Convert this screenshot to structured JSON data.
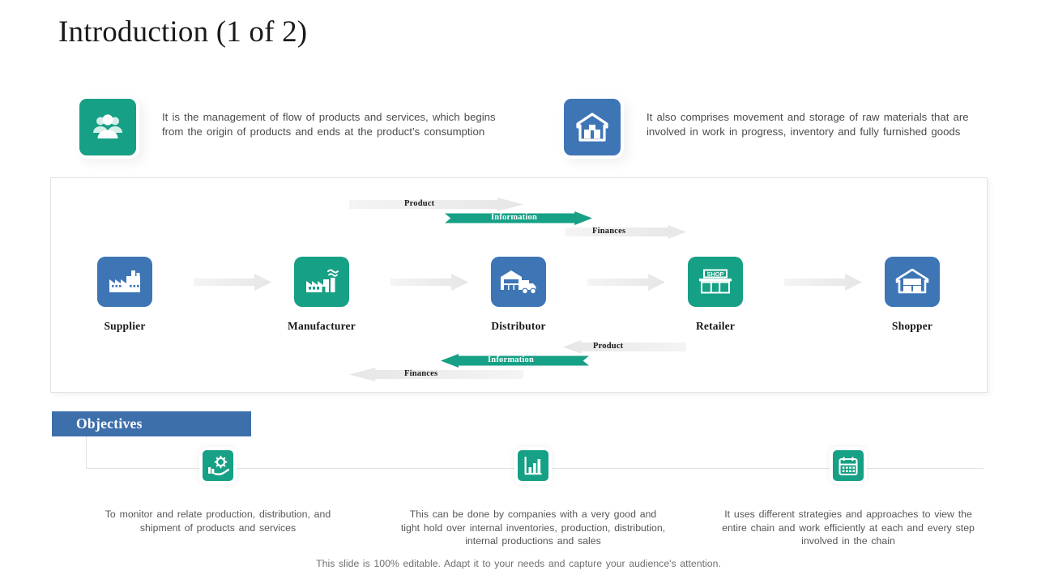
{
  "slide": {
    "title": "Introduction (1 of 2)",
    "footer_note": "This slide is 100% editable. Adapt it to your needs and capture your audience's attention."
  },
  "intro": {
    "items": [
      {
        "icon": "people-group-icon",
        "icon_color": "#16a085",
        "text": "It is the management of flow of products and services, which begins from the origin of products and ends at the product’s consumption"
      },
      {
        "icon": "warehouse-icon",
        "icon_color": "#3d75b5",
        "text": "It also comprises movement and storage of raw materials that are involved in work in progress, inventory and fully furnished goods"
      }
    ]
  },
  "chain": {
    "nodes": [
      {
        "label": "Supplier",
        "icon": "factory-icon",
        "color": "#3d75b5"
      },
      {
        "label": "Manufacturer",
        "icon": "factory-smoke-icon",
        "color": "#16a085"
      },
      {
        "label": "Distributor",
        "icon": "warehouse-truck-icon",
        "color": "#3d75b5"
      },
      {
        "label": "Retailer",
        "icon": "shop-storefront-icon",
        "color": "#16a085"
      },
      {
        "label": "Shopper",
        "icon": "warehouse-icon",
        "color": "#3d75b5"
      }
    ],
    "flows_top": [
      {
        "label": "Product",
        "direction": "right",
        "style": "gray"
      },
      {
        "label": "Information",
        "direction": "right",
        "style": "teal"
      },
      {
        "label": "Finances",
        "direction": "right",
        "style": "gray"
      }
    ],
    "flows_bottom": [
      {
        "label": "Product",
        "direction": "left",
        "style": "gray"
      },
      {
        "label": "Information",
        "direction": "left",
        "style": "teal"
      },
      {
        "label": "Finances",
        "direction": "left",
        "style": "gray"
      }
    ]
  },
  "objectives": {
    "heading": "Objectives",
    "items": [
      {
        "icon": "hand-gear-icon",
        "text": "To monitor and relate production, distribution, and shipment of products and services"
      },
      {
        "icon": "bar-chart-icon",
        "text": "This can be done by companies with a very good and tight hold over internal inventories, production, distribution, internal productions and sales"
      },
      {
        "icon": "calendar-icon",
        "text": "It uses different strategies and approaches to view the entire chain and work efficiently at each and every step involved in the chain"
      }
    ]
  },
  "colors": {
    "teal": "#16a085",
    "blue": "#3d75b5",
    "bar_blue": "#3d6fab",
    "arrow_gray": "#e6e6e6"
  }
}
